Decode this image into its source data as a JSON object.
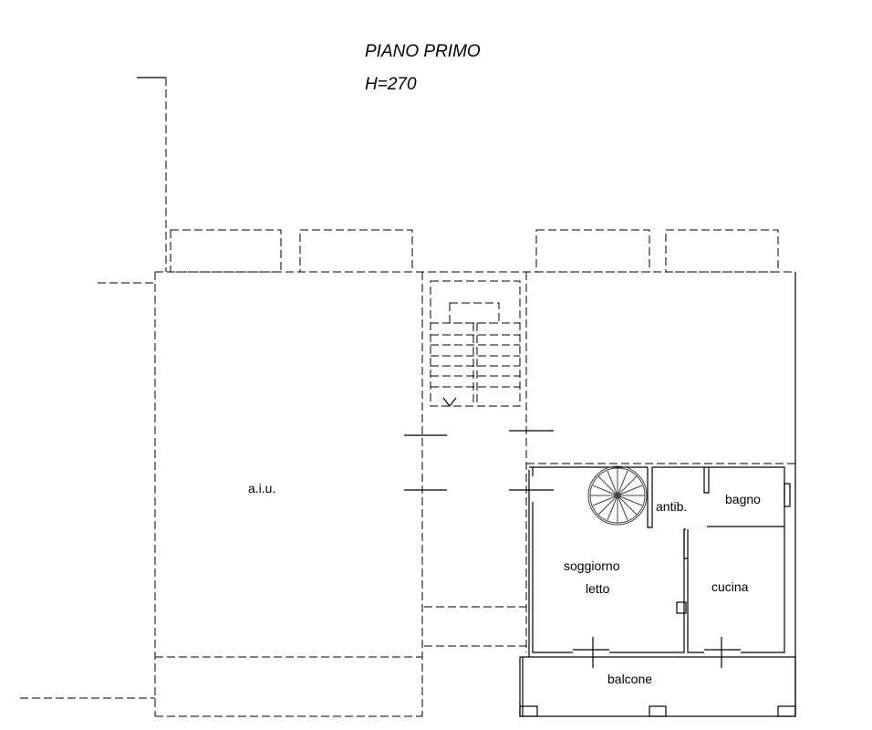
{
  "title": {
    "line1": "PIANO PRIMO",
    "line2": "H=270"
  },
  "rooms": {
    "aiu": "a.i.u.",
    "antib": "antib.",
    "bagno": "bagno",
    "soggiorno": "soggiorno",
    "letto": "letto",
    "cucina": "cucina",
    "balcone": "balcone"
  }
}
